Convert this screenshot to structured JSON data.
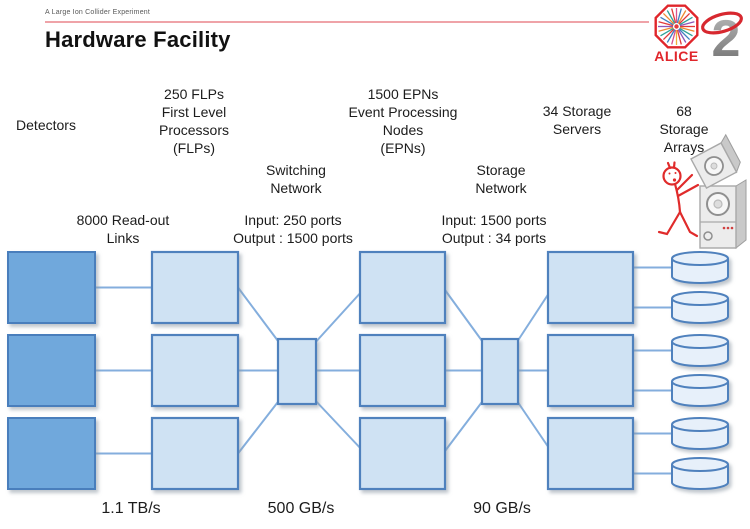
{
  "header": {
    "experiment": "A Large Ion Collider Experiment",
    "title": "Hardware Facility",
    "alice_logo_text": "ALICE"
  },
  "labels": {
    "detectors": "Detectors",
    "flps": "250 FLPs\nFirst Level\nProcessors\n(FLPs)",
    "switching_network": "Switching\nNetwork",
    "epns": "1500 EPNs\nEvent Processing\nNodes\n(EPNs)",
    "storage_network": "Storage\nNetwork",
    "storage_servers": "34 Storage\nServers",
    "storage_arrays": "68 Storage\nArrays",
    "readout_links": "8000 Read-out\nLinks",
    "switch_ports": "Input: 250 ports\nOutput : 1500 ports",
    "storage_ports": "Input: 1500 ports\nOutput : 34 ports"
  },
  "throughputs": {
    "detector_to_flp": "1.1 TB/s",
    "flp_to_epn": "500 GB/s",
    "epn_to_storage": "90 GB/s"
  },
  "diagram_counts": {
    "detector_boxes": 3,
    "flp_boxes": 3,
    "epn_boxes": 3,
    "storage_server_boxes": 3,
    "storage_array_cylinders": 6
  },
  "colors": {
    "detector-fill": "#6fa8dc",
    "detector-border": "#4a7ebc",
    "node-fill": "#cfe2f3",
    "node-border": "#4f81bd",
    "cylinder-fill": "#e7f0fa",
    "connector-line": "#84aedd",
    "alice-red": "#e0262b",
    "o2-red": "#d7282f",
    "clipart-red": "#e02b2b",
    "header-line": "#efa3a8",
    "subtitle-gray": "#595959",
    "label-black": "#1c1c1c"
  }
}
